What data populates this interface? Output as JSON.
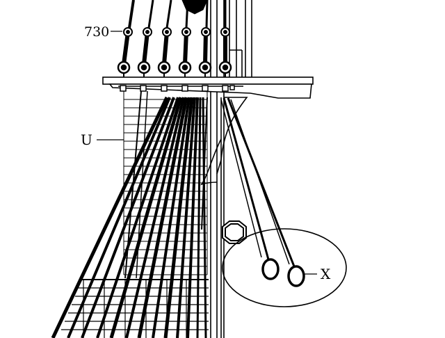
{
  "labels": {
    "part_730": "730",
    "part_u": "U",
    "part_x": "X"
  },
  "colors": {
    "ink": "#000000",
    "paper": "#ffffff"
  }
}
